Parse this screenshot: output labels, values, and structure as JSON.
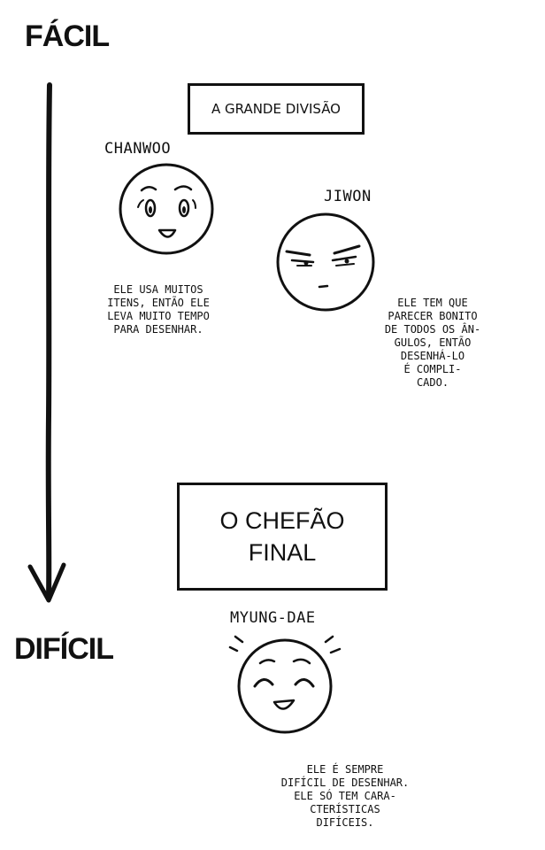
{
  "scale": {
    "top_label": "FÁCIL",
    "bottom_label": "DIFÍCIL"
  },
  "sections": {
    "grande_divisao": {
      "title": "A GRANDE DIVISÃO"
    },
    "chefao": {
      "title": "O CHEFÃO\nFINAL"
    }
  },
  "characters": [
    {
      "name": "CHANWOO",
      "note": "ELE USA MUITOS\nITENS, ENTÃO ELE\nLEVA MUITO TEMPO\nPARA DESENHAR."
    },
    {
      "name": "JIWON",
      "note": "ELE TEM QUE\nPARECER BONITO\nDE TODOS OS ÂN-\nGULOS, ENTÃO\nDESENHÁ-LO\nÉ COMPLI-\nCADO."
    },
    {
      "name": "MYUNG-DAE",
      "note": "ELE É SEMPRE\nDIFÍCIL DE DESENHAR.\nELE SÓ TEM CARA-\nCTERÍSTICAS\nDIFÍCEIS."
    }
  ],
  "icons": [
    "down-arrow-icon",
    "smiling-face-icon",
    "stern-face-icon",
    "happy-face-icon"
  ],
  "colors": {
    "ink": "#111111",
    "paper": "#ffffff"
  }
}
